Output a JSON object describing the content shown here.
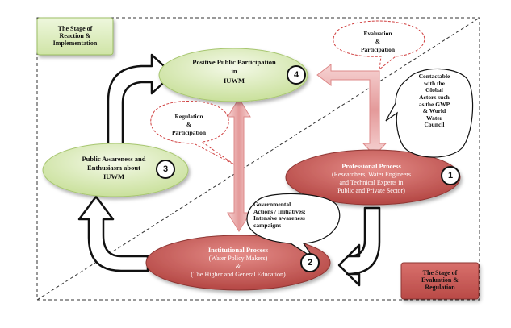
{
  "stages": {
    "reaction": [
      "The Stage of",
      "Reaction &",
      "Implementation"
    ],
    "evaluation": [
      "The Stage of",
      "Evaluation &",
      "Regulation"
    ]
  },
  "nodes": {
    "public_participation": {
      "lines": [
        "Positive Public Participation",
        "in",
        "IUWM"
      ],
      "number": "4"
    },
    "public_awareness": {
      "lines": [
        "Public Awareness and",
        "Enthusiasm about",
        "IUWM"
      ],
      "number": "3"
    },
    "professional": {
      "title": "Professional Process",
      "lines": [
        "(Researchers, Water Engineers",
        "and Technical Experts in",
        "Public and Private Sector)"
      ],
      "number": "1"
    },
    "institutional": {
      "title": "Institutional Process",
      "lines": [
        "(Water Policy Makers)",
        "&",
        "(The Higher and General Education)"
      ],
      "number": "2"
    }
  },
  "callouts": {
    "evaluation": [
      "Evaluation",
      "&",
      "Participation"
    ],
    "regulation": [
      "Regulation",
      "&",
      "Participation"
    ],
    "global_actors": [
      "Contactable",
      "with the",
      "Global",
      "Actors such",
      "as the GWP",
      "& World",
      "Water",
      "Council"
    ],
    "governmental": [
      "Governmental",
      "Actions / Initiatives:",
      "Intensive  awareness",
      "campaigns"
    ]
  },
  "colors": {
    "green_fill": "#d9ebb4",
    "red_fill": "#c0504d",
    "pink_arrow": "#e8a0a0",
    "dashed_red": "#d04040"
  }
}
